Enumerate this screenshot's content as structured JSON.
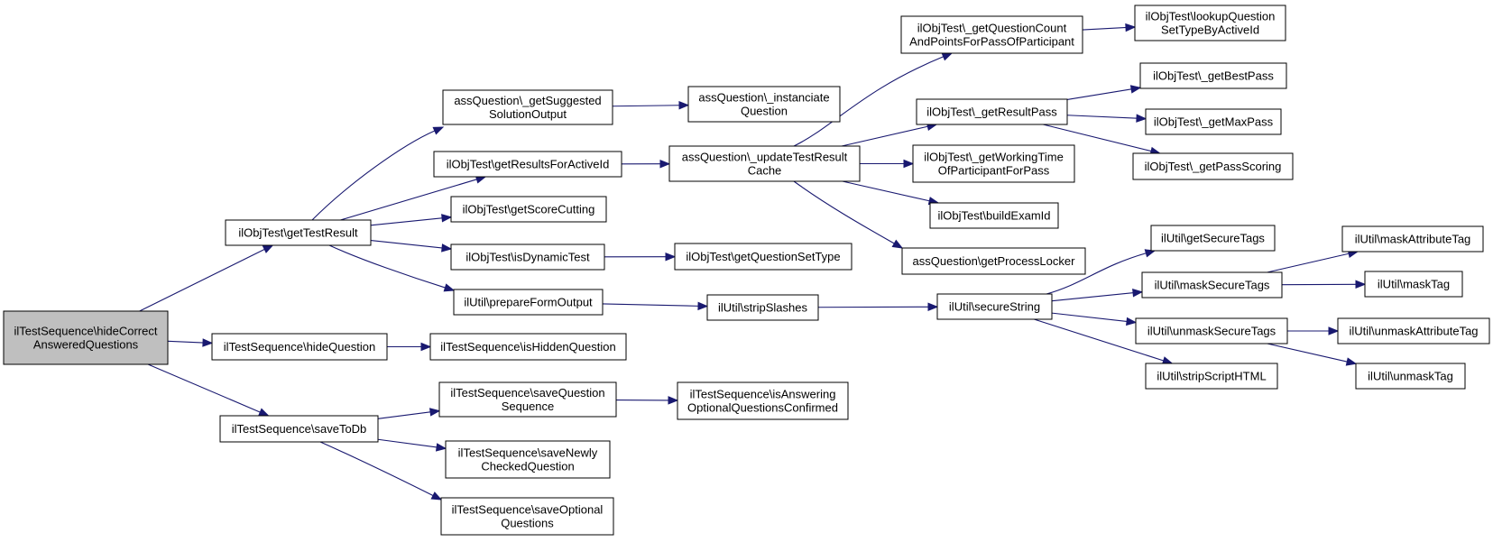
{
  "graph": {
    "nodes": [
      {
        "id": "n1",
        "lines": [
          "ilTestSequence\\hideCorrect",
          "AnsweredQuestions"
        ],
        "root": true
      },
      {
        "id": "n2",
        "lines": [
          "ilObjTest\\getTestResult"
        ]
      },
      {
        "id": "n3",
        "lines": [
          "ilTestSequence\\hideQuestion"
        ]
      },
      {
        "id": "n4",
        "lines": [
          "ilTestSequence\\saveToDb"
        ]
      },
      {
        "id": "n5",
        "lines": [
          "assQuestion\\_getSuggested",
          "SolutionOutput"
        ]
      },
      {
        "id": "n6",
        "lines": [
          "ilObjTest\\getResultsForActiveId"
        ]
      },
      {
        "id": "n7",
        "lines": [
          "ilObjTest\\getScoreCutting"
        ]
      },
      {
        "id": "n8",
        "lines": [
          "ilObjTest\\isDynamicTest"
        ]
      },
      {
        "id": "n9",
        "lines": [
          "ilUtil\\prepareFormOutput"
        ]
      },
      {
        "id": "n10",
        "lines": [
          "ilTestSequence\\isHiddenQuestion"
        ]
      },
      {
        "id": "n11",
        "lines": [
          "ilTestSequence\\saveQuestion",
          "Sequence"
        ]
      },
      {
        "id": "n12",
        "lines": [
          "ilTestSequence\\saveNewly",
          "CheckedQuestion"
        ]
      },
      {
        "id": "n13",
        "lines": [
          "ilTestSequence\\saveOptional",
          "Questions"
        ]
      },
      {
        "id": "n14",
        "lines": [
          "assQuestion\\_instanciate",
          "Question"
        ]
      },
      {
        "id": "n15",
        "lines": [
          "assQuestion\\_updateTestResult",
          "Cache"
        ]
      },
      {
        "id": "n16",
        "lines": [
          "ilObjTest\\getQuestionSetType"
        ]
      },
      {
        "id": "n17",
        "lines": [
          "ilUtil\\stripSlashes"
        ]
      },
      {
        "id": "n18",
        "lines": [
          "ilTestSequence\\isAnswering",
          "OptionalQuestionsConfirmed"
        ]
      },
      {
        "id": "n19",
        "lines": [
          "ilObjTest\\_getQuestionCount",
          "AndPointsForPassOfParticipant"
        ]
      },
      {
        "id": "n20",
        "lines": [
          "ilObjTest\\_getResultPass"
        ]
      },
      {
        "id": "n21",
        "lines": [
          "ilObjTest\\_getWorkingTime",
          "OfParticipantForPass"
        ]
      },
      {
        "id": "n22",
        "lines": [
          "ilObjTest\\buildExamId"
        ]
      },
      {
        "id": "n23",
        "lines": [
          "assQuestion\\getProcessLocker"
        ]
      },
      {
        "id": "n24",
        "lines": [
          "ilUtil\\secureString"
        ]
      },
      {
        "id": "n25",
        "lines": [
          "ilObjTest\\lookupQuestion",
          "SetTypeByActiveId"
        ]
      },
      {
        "id": "n26",
        "lines": [
          "ilObjTest\\_getBestPass"
        ]
      },
      {
        "id": "n27",
        "lines": [
          "ilObjTest\\_getMaxPass"
        ]
      },
      {
        "id": "n28",
        "lines": [
          "ilObjTest\\_getPassScoring"
        ]
      },
      {
        "id": "n29",
        "lines": [
          "ilUtil\\getSecureTags"
        ]
      },
      {
        "id": "n30",
        "lines": [
          "ilUtil\\maskSecureTags"
        ]
      },
      {
        "id": "n31",
        "lines": [
          "ilUtil\\unmaskSecureTags"
        ]
      },
      {
        "id": "n32",
        "lines": [
          "ilUtil\\stripScriptHTML"
        ]
      },
      {
        "id": "n33",
        "lines": [
          "ilUtil\\maskAttributeTag"
        ]
      },
      {
        "id": "n34",
        "lines": [
          "ilUtil\\maskTag"
        ]
      },
      {
        "id": "n35",
        "lines": [
          "ilUtil\\unmaskAttributeTag"
        ]
      },
      {
        "id": "n36",
        "lines": [
          "ilUtil\\unmaskTag"
        ]
      }
    ],
    "edges": [
      [
        "n1",
        "n2"
      ],
      [
        "n1",
        "n3"
      ],
      [
        "n1",
        "n4"
      ],
      [
        "n2",
        "n5"
      ],
      [
        "n2",
        "n6"
      ],
      [
        "n2",
        "n7"
      ],
      [
        "n2",
        "n8"
      ],
      [
        "n2",
        "n9"
      ],
      [
        "n3",
        "n10"
      ],
      [
        "n4",
        "n11"
      ],
      [
        "n4",
        "n12"
      ],
      [
        "n4",
        "n13"
      ],
      [
        "n5",
        "n14"
      ],
      [
        "n6",
        "n15"
      ],
      [
        "n8",
        "n16"
      ],
      [
        "n9",
        "n17"
      ],
      [
        "n11",
        "n18"
      ],
      [
        "n15",
        "n19"
      ],
      [
        "n15",
        "n20"
      ],
      [
        "n15",
        "n21"
      ],
      [
        "n15",
        "n22"
      ],
      [
        "n15",
        "n23"
      ],
      [
        "n17",
        "n24"
      ],
      [
        "n19",
        "n25"
      ],
      [
        "n20",
        "n26"
      ],
      [
        "n20",
        "n27"
      ],
      [
        "n20",
        "n28"
      ],
      [
        "n24",
        "n29"
      ],
      [
        "n24",
        "n30"
      ],
      [
        "n24",
        "n31"
      ],
      [
        "n24",
        "n32"
      ],
      [
        "n30",
        "n33"
      ],
      [
        "n30",
        "n34"
      ],
      [
        "n31",
        "n35"
      ],
      [
        "n31",
        "n36"
      ]
    ],
    "colors": {
      "edge": "#191970",
      "root_fill": "#bfbfbf",
      "node_fill": "#ffffff",
      "border": "#000000"
    }
  }
}
